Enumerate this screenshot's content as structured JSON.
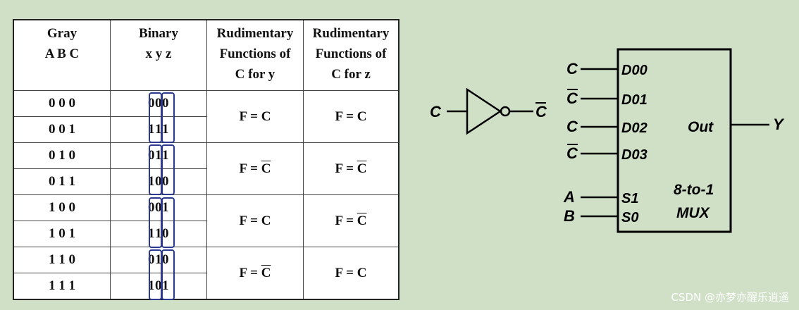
{
  "table": {
    "headers": [
      [
        "Gray",
        "A B C"
      ],
      [
        "Binary",
        "x y z"
      ],
      [
        "Rudimentary",
        "Functions of",
        "C for y"
      ],
      [
        "Rudimentary",
        "Functions of",
        "C for z"
      ]
    ],
    "rows": [
      {
        "gray": "0 0 0",
        "bin": [
          "0",
          "0",
          "0"
        ]
      },
      {
        "gray": "0 0 1",
        "bin": [
          "1",
          "1",
          "1"
        ]
      },
      {
        "gray": "0 1 0",
        "bin": [
          "0",
          "1",
          "1"
        ]
      },
      {
        "gray": "0 1 1",
        "bin": [
          "1",
          "0",
          "0"
        ]
      },
      {
        "gray": "1 0 0",
        "bin": [
          "0",
          "0",
          "1"
        ]
      },
      {
        "gray": "1 0 1",
        "bin": [
          "1",
          "1",
          "0"
        ]
      },
      {
        "gray": "1 1 0",
        "bin": [
          "0",
          "1",
          "0"
        ]
      },
      {
        "gray": "1 1 1",
        "bin": [
          "1",
          "0",
          "1"
        ]
      }
    ],
    "func_prefix": "F = ",
    "func_var": "C",
    "y_functions": [
      {
        "negated": false
      },
      {
        "negated": true
      },
      {
        "negated": false
      },
      {
        "negated": true
      }
    ],
    "z_functions": [
      {
        "negated": false
      },
      {
        "negated": true
      },
      {
        "negated": true
      },
      {
        "negated": false
      }
    ]
  },
  "inverter": {
    "input": "C",
    "output": "C"
  },
  "mux": {
    "inputs": [
      {
        "signal": "C",
        "negated": false,
        "pin": "D00"
      },
      {
        "signal": "C",
        "negated": true,
        "pin": "D01"
      },
      {
        "signal": "C",
        "negated": false,
        "pin": "D02"
      },
      {
        "signal": "C",
        "negated": true,
        "pin": "D03"
      }
    ],
    "selects": [
      {
        "signal": "A",
        "pin": "S1"
      },
      {
        "signal": "B",
        "pin": "S0"
      }
    ],
    "out_pin": "Out",
    "out_signal": "Y",
    "name_line1": "8-to-1",
    "name_line2": "MUX"
  },
  "watermark": "CSDN @亦梦亦醒乐逍遥",
  "colors": {
    "background": "#cfe0c7",
    "box": "#2b3a8f"
  }
}
